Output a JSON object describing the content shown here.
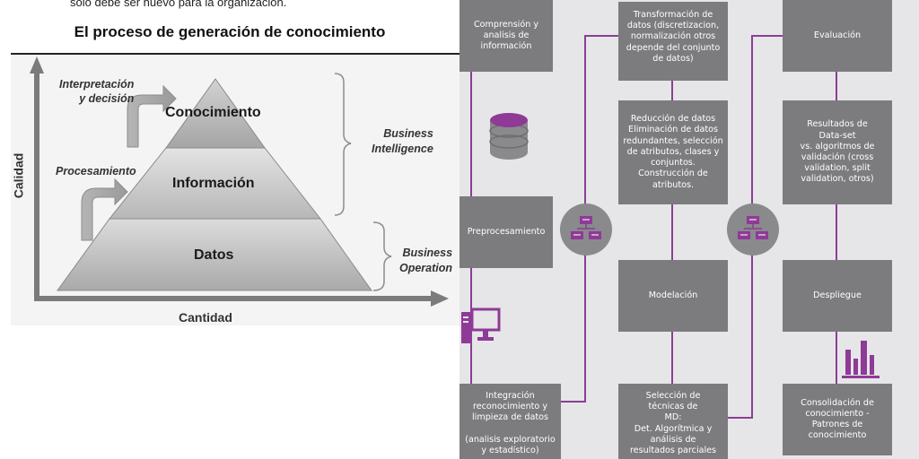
{
  "left_panel": {
    "intro_text": "solo debe ser nuevo para la organización.",
    "title": "El proceso de generación de conocimiento",
    "levels": {
      "top": "Conocimiento",
      "middle": "Información",
      "bottom": "Datos"
    },
    "steps": {
      "upper": "Interpretación\ny decisión",
      "lower": "Procesamiento"
    },
    "brackets": {
      "upper": "Business\nIntelligence",
      "lower": "Business\nOperation"
    },
    "axes": {
      "y": "Calidad",
      "x": "Cantidad"
    }
  },
  "right_panel": {
    "col1": {
      "comprension": "Comprensión y\nanalisis de\ninformación",
      "preprocesamiento": "Preprocesamiento",
      "integracion": "Integración\nreconocimiento y\nlimpieza de datos\n\n(analisis exploratorio\ny estadístico)"
    },
    "col2": {
      "transformacion": "Transformación de\ndatos (discretizacion,\nnormalización otros\ndepende del conjunto\nde datos)",
      "reduccion": "Reducción de datos\nEliminación de datos\nredundantes, selección\nde atributos, clases y\nconjuntos.\nConstrucción de\natributos.",
      "modelacion": "Modelación",
      "seleccion": "Selección de\ntécnicas de\nMD:\nDet. Algorítmica y\nanálisis de\nresultados parciales"
    },
    "col3": {
      "evaluacion": "Evaluación",
      "resultados": "Resultados de\nData-set\nvs. algoritmos de\nvalidación (cross\nvalidation, split\nvalidation, otros)",
      "despliegue": "Despliegue",
      "consolidacion": "Consolidación de\nconocimiento -\nPatrones de\nconocimiento"
    },
    "colors": {
      "box": "#7c7c7e",
      "background": "#e6e6e8",
      "accent": "#8e3a96",
      "connector": "#8a3f94"
    },
    "icons": [
      "database-icon",
      "computer-icon",
      "bar-chart-icon",
      "network-servers-icon",
      "network-servers-icon"
    ]
  }
}
